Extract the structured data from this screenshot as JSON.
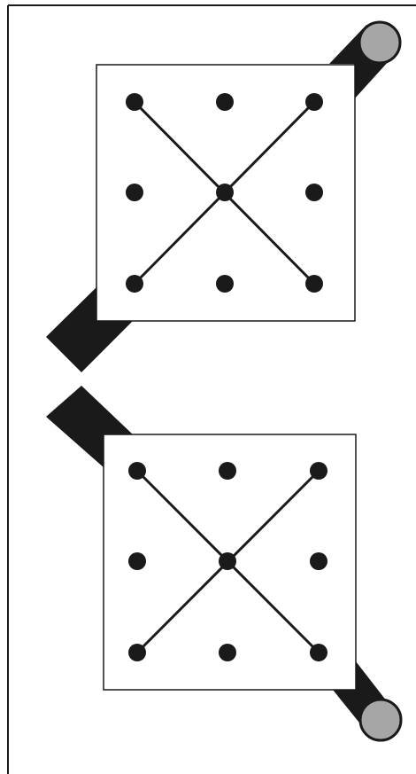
{
  "colors": {
    "background": "#ffffff",
    "ink": "#1a1a1a",
    "panel_fill": "#ffffff",
    "bar_fill": "#1a1a1a",
    "roller_fill": "#a6a6a6"
  },
  "panels": [
    {
      "id": "top",
      "dot_grid": "3x3",
      "lines": [
        "diagonal-top-left-to-bottom-right",
        "diagonal-top-right-to-bottom-left"
      ],
      "bar_end_shape": "roller",
      "bar_end_corner": "top-right",
      "bar_tail_corner": "bottom-left"
    },
    {
      "id": "bottom",
      "dot_grid": "3x3",
      "lines": [
        "diagonal-top-left-to-bottom-right",
        "diagonal-top-right-to-bottom-left"
      ],
      "bar_end_shape": "roller",
      "bar_end_corner": "bottom-right",
      "bar_tail_corner": "top-left"
    }
  ]
}
